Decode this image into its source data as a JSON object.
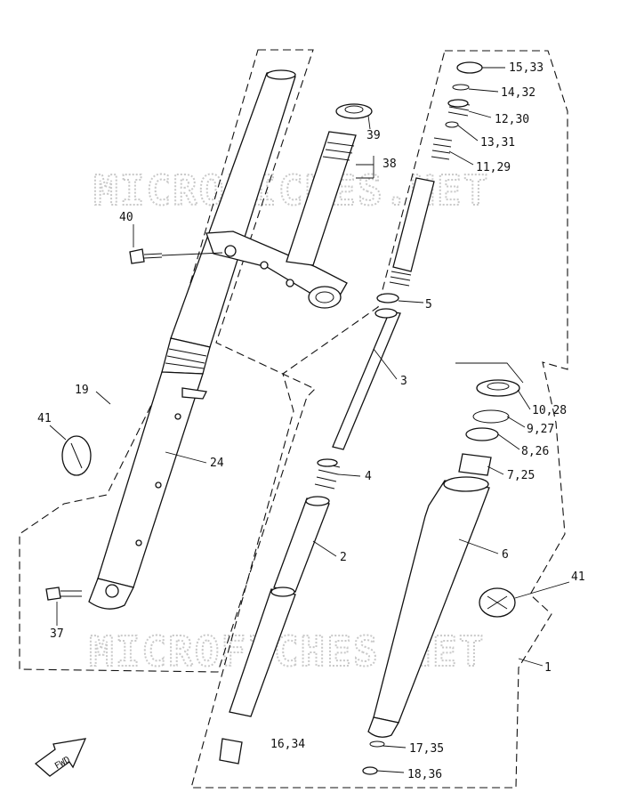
{
  "watermarks": [
    "MICROFICHES.NET",
    "MICROFICHES.NET"
  ],
  "direction_label": "FWD",
  "callouts": [
    {
      "id": "c1",
      "text": "15,33"
    },
    {
      "id": "c2",
      "text": "14,32"
    },
    {
      "id": "c3",
      "text": "12,30"
    },
    {
      "id": "c4",
      "text": "13,31"
    },
    {
      "id": "c5",
      "text": "11,29"
    },
    {
      "id": "c6",
      "text": "39"
    },
    {
      "id": "c7",
      "text": "38"
    },
    {
      "id": "c8",
      "text": "40"
    },
    {
      "id": "c9",
      "text": "5"
    },
    {
      "id": "c10",
      "text": "3"
    },
    {
      "id": "c11",
      "text": "19"
    },
    {
      "id": "c12",
      "text": "41"
    },
    {
      "id": "c13",
      "text": "24"
    },
    {
      "id": "c14",
      "text": "10,28"
    },
    {
      "id": "c15",
      "text": "9,27"
    },
    {
      "id": "c16",
      "text": "8,26"
    },
    {
      "id": "c17",
      "text": "7,25"
    },
    {
      "id": "c18",
      "text": "4"
    },
    {
      "id": "c19",
      "text": "2"
    },
    {
      "id": "c20",
      "text": "6"
    },
    {
      "id": "c21",
      "text": "41"
    },
    {
      "id": "c22",
      "text": "37"
    },
    {
      "id": "c23",
      "text": "1"
    },
    {
      "id": "c24",
      "text": "16,34"
    },
    {
      "id": "c25",
      "text": "17,35"
    },
    {
      "id": "c26",
      "text": "18,36"
    }
  ]
}
